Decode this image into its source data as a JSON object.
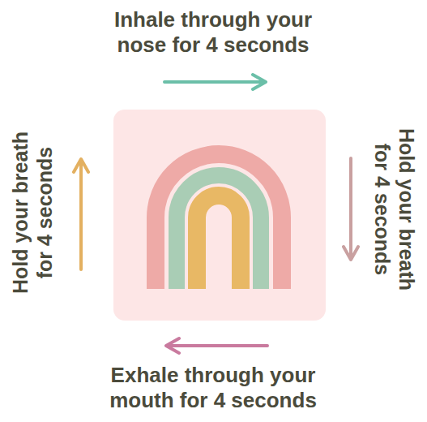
{
  "diagram": {
    "labels": [
      "Inhale through your nose for 4 seconds",
      "Hold your breath for 4 seconds",
      "Exhale through your mouth for 4 seconds",
      "Hold your breath for 4 seconds"
    ]
  }
}
